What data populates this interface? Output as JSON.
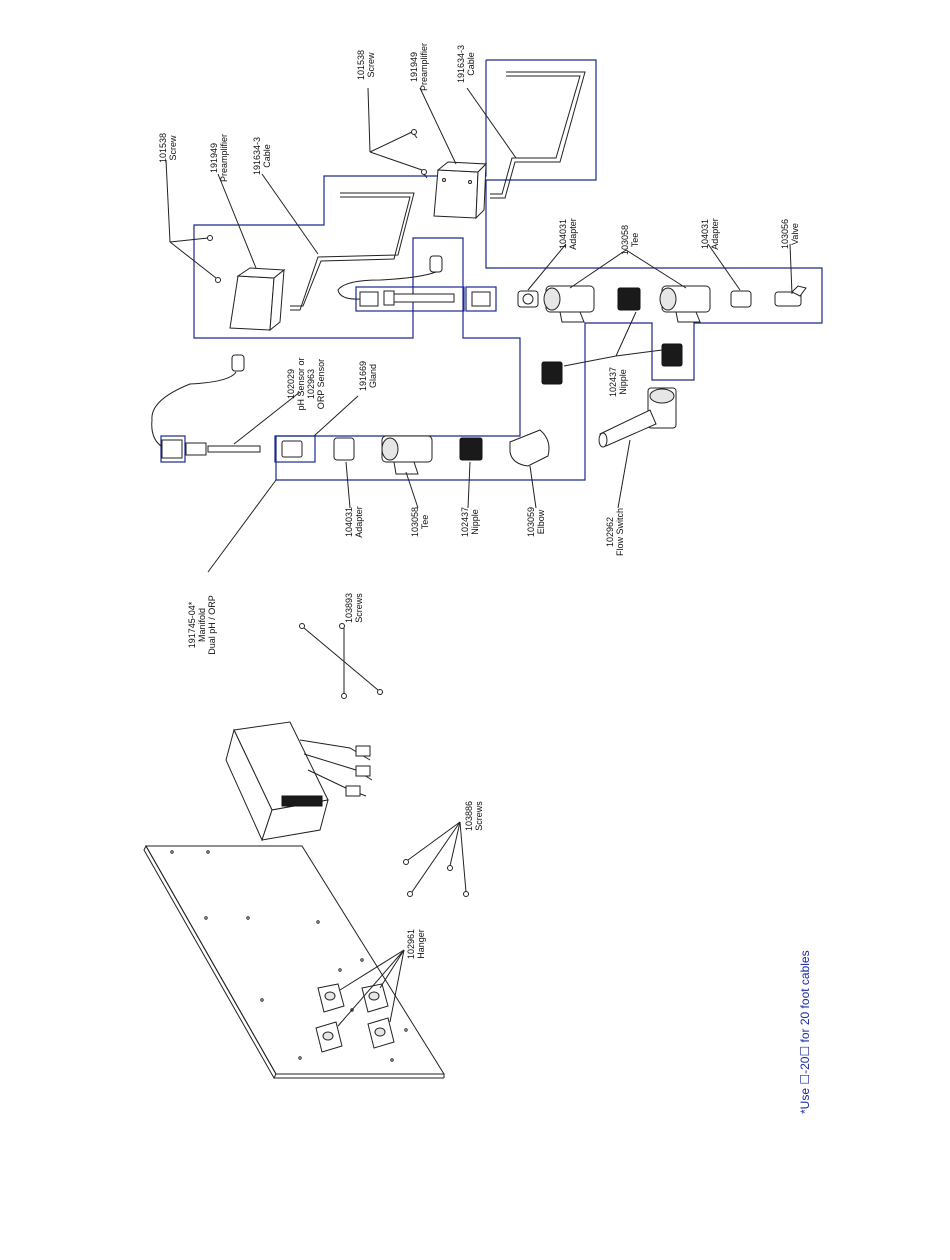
{
  "labels": {
    "screw_a": {
      "num": "101538",
      "name": "Screw"
    },
    "preamp_a": {
      "num": "191949",
      "name": "Preamplifier"
    },
    "cable_a": {
      "num": "191634-3",
      "name": "Cable"
    },
    "screw_b": {
      "num": "101538",
      "name": "Screw"
    },
    "preamp_b": {
      "num": "191949",
      "name": "Preamplifier"
    },
    "cable_b": {
      "num": "191634-3",
      "name": "Cable"
    },
    "adapter_a": {
      "num": "104031",
      "name": "Adapter"
    },
    "tee_a": {
      "num": "103058",
      "name": "Tee"
    },
    "adapter_b": {
      "num": "104031",
      "name": "Adapter"
    },
    "valve": {
      "num": "103056",
      "name": "Valve"
    },
    "nipple_a": {
      "num": "102437",
      "name": "Nipple"
    },
    "sensor": {
      "line1": "102029",
      "line2": "pH Sensor or",
      "line3": "102963",
      "line4": "ORP Sensor"
    },
    "gland": {
      "num": "191669",
      "name": "Gland"
    },
    "adapter_c": {
      "num": "104031",
      "name": "Adapter"
    },
    "tee_b": {
      "num": "103058",
      "name": "Tee"
    },
    "nipple_b": {
      "num": "102437",
      "name": "Nipple"
    },
    "elbow": {
      "num": "103059",
      "name": "Elbow"
    },
    "flow_switch": {
      "num": "102962",
      "name": "Flow Switch"
    },
    "manifold": {
      "line1": "191745-04*",
      "line2": "Manifold",
      "line3": "Dual pH / ORP"
    },
    "screws_a": {
      "num": "103893",
      "name": "Screws"
    },
    "screws_b": {
      "num": "103886",
      "name": "Screws"
    },
    "hanger": {
      "num": "102961",
      "name": "Hanger"
    }
  },
  "footnote": "*Use ☐-20☐ for 20 foot cables",
  "colors": {
    "outline_box": "#1a2a8c",
    "footnote": "#1a2aa8",
    "line": "#222222"
  }
}
